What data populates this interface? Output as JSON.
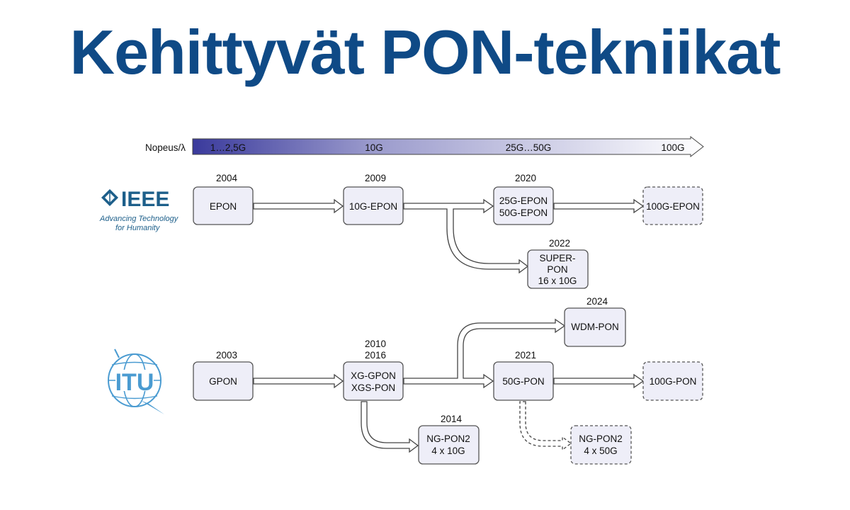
{
  "title": "Kehittyvät PON-tekniikat",
  "speed": {
    "label": "Nopeus/λ",
    "ticks": [
      "1…2,5G",
      "10G",
      "25G…50G",
      "100G"
    ]
  },
  "logos": {
    "ieee": {
      "name": "IEEE",
      "line1": "Advancing Technology",
      "line2": "for Humanity"
    },
    "itu": {
      "name": "ITU"
    }
  },
  "ieee": {
    "epon": {
      "year": "2004",
      "label": "EPON"
    },
    "tenG": {
      "year": "2009",
      "label": "10G-EPON"
    },
    "g25": {
      "year": "2020",
      "line1": "25G-EPON",
      "line2": "50G-EPON"
    },
    "g100": {
      "label": "100G-EPON"
    },
    "superpon": {
      "year": "2022",
      "line1": "SUPER-",
      "line2": "PON",
      "line3": "16 x 10G"
    }
  },
  "itu": {
    "gpon": {
      "year": "2003",
      "label": "GPON"
    },
    "xg": {
      "year1": "2010",
      "year2": "2016",
      "line1": "XG-GPON",
      "line2": "XGS-PON"
    },
    "wdm": {
      "year": "2024",
      "label": "WDM-PON"
    },
    "pon50": {
      "year": "2021",
      "label": "50G-PON"
    },
    "pon100": {
      "label": "100G-PON"
    },
    "ngpon2": {
      "year": "2014",
      "line1": "NG-PON2",
      "line2": "4 x 10G"
    },
    "ngpon2b": {
      "line1": "NG-PON2",
      "line2": "4 x 50G"
    }
  },
  "colors": {
    "title": "#0f4a86",
    "gradient_start": "#3a3a9c",
    "gradient_end": "#ffffff",
    "box_fill": "#eeeef8"
  }
}
